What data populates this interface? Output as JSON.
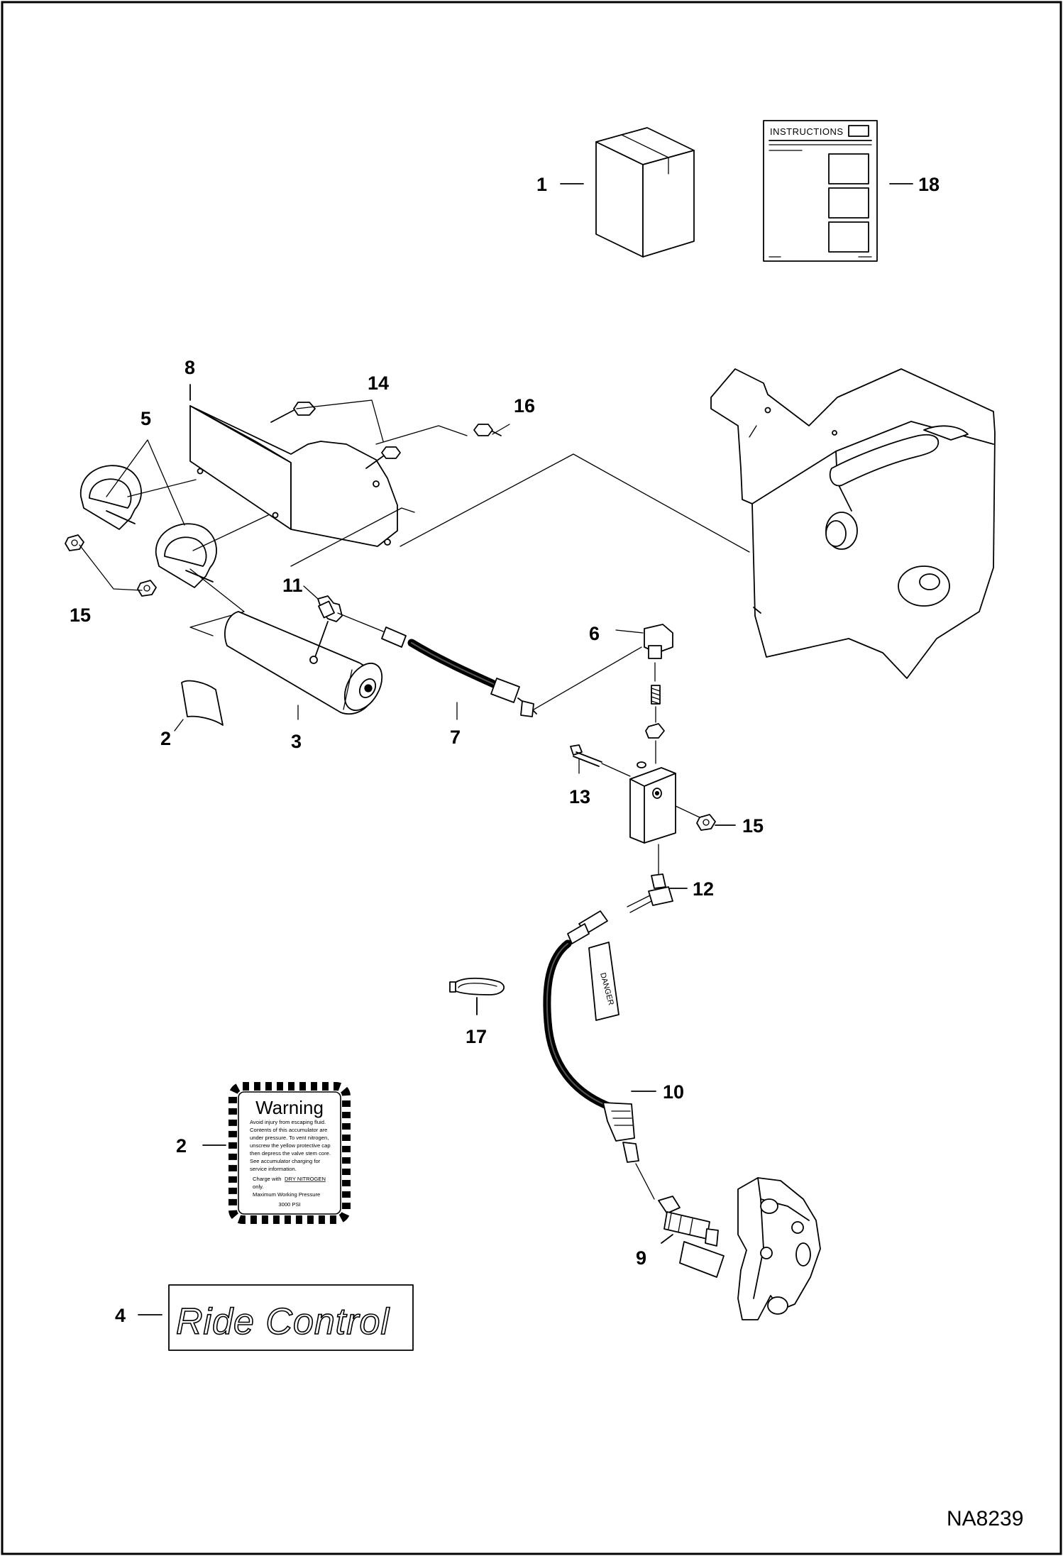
{
  "document_id": "NA8239",
  "instruction_sheet": {
    "title": "INSTRUCTIONS"
  },
  "warning_decal": {
    "title": "Warning",
    "lines": [
      "Avoid injury from escaping fluid.",
      "Contents of this accumulator are",
      "under pressure. To vent nitrogen,",
      "unscrew the yellow protective cap",
      "then depress the valve stem core.",
      "See accumulator charging for",
      "service information."
    ],
    "charge_prefix": "Charge with",
    "charge_gas": "DRY NITROGEN",
    "charge_suffix": "only.",
    "pressure_label": "Maximum Working Pressure",
    "pressure_value": "3000 PSI"
  },
  "ride_control_decal": {
    "text": "Ride Control"
  },
  "hose_tag": {
    "text": "DANGER"
  },
  "callouts": {
    "c1": "1",
    "c18": "18",
    "c8": "8",
    "c14": "14",
    "c16": "16",
    "c5": "5",
    "c15a": "15",
    "c11": "11",
    "c6": "6",
    "c2a": "2",
    "c3": "3",
    "c7": "7",
    "c13": "13",
    "c15b": "15",
    "c12": "12",
    "c17": "17",
    "c10": "10",
    "c2b": "2",
    "c9": "9",
    "c4": "4"
  }
}
